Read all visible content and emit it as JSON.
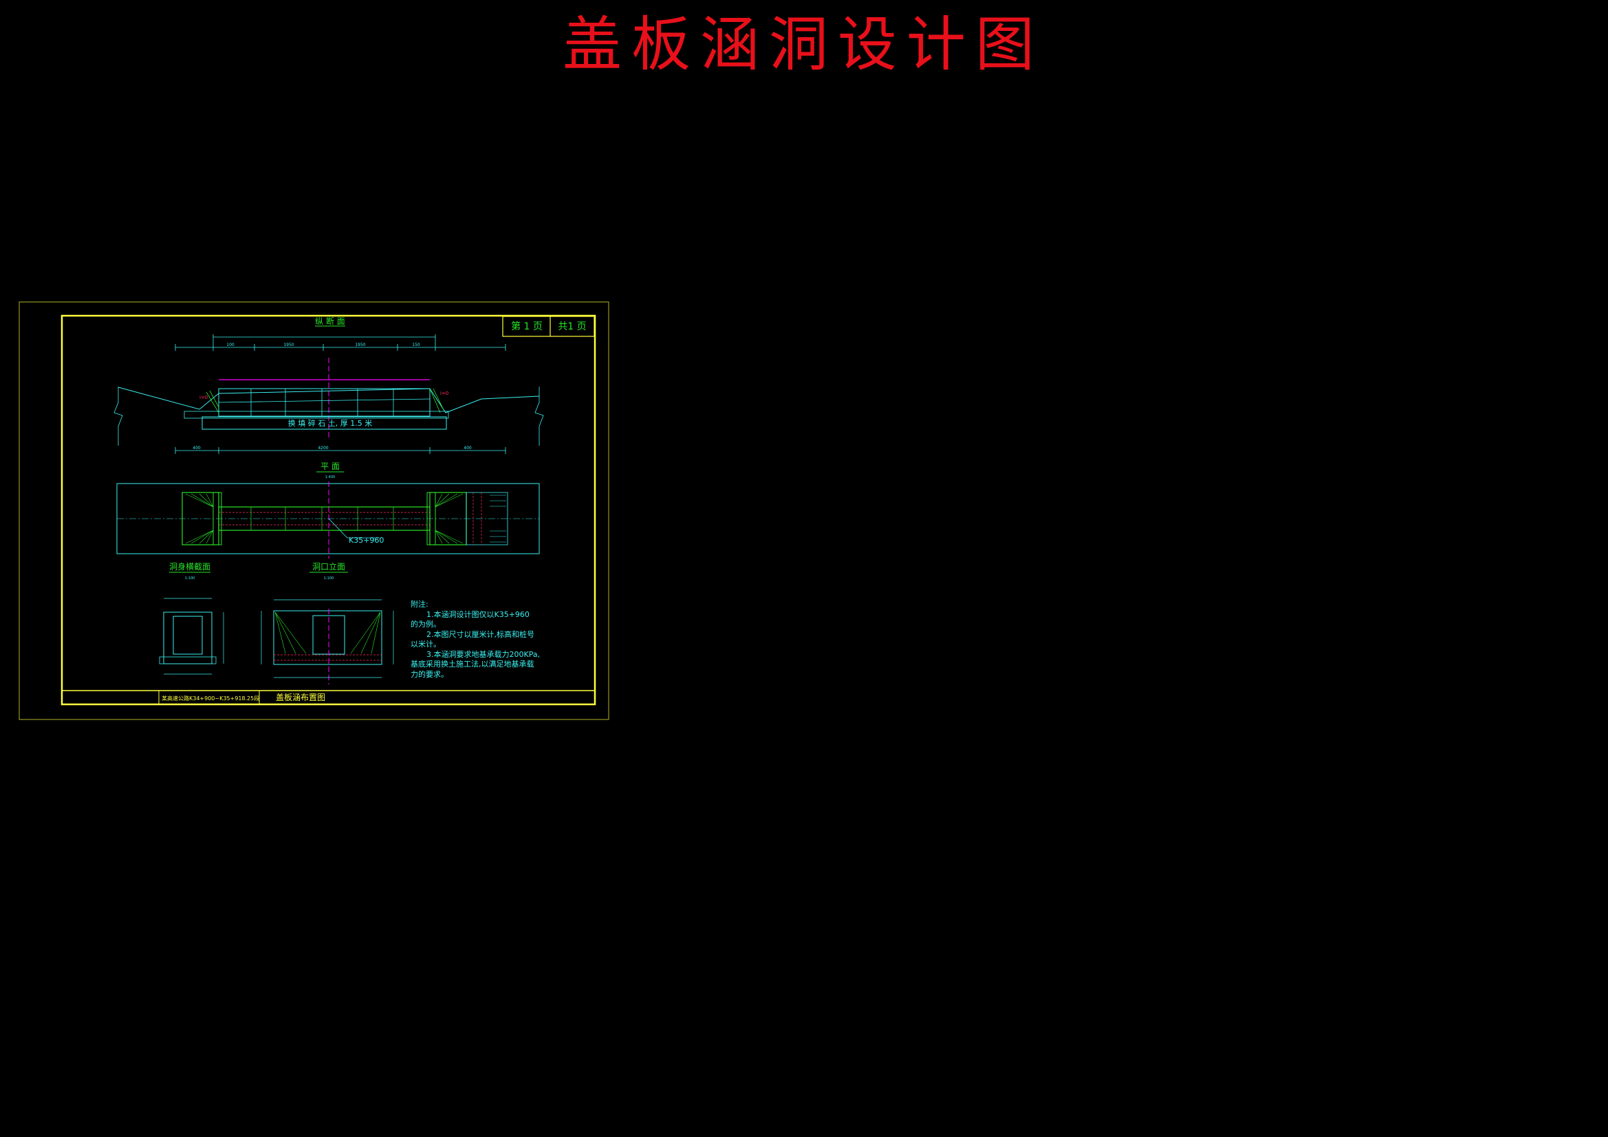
{
  "banner": {
    "title": "盖板涵洞设计图"
  },
  "colors": {
    "banner": "#e8101a",
    "frame": "#ffff3c",
    "line": "#3cf0f0",
    "detail": "#28e628",
    "dimension": "#2ecc71",
    "accent": "#ff00ff",
    "background": "#000000"
  },
  "sheet": {
    "page_label": "第 1 页",
    "total_label": "共1 页",
    "project_name": "某高速公路K34+900~K35+918.25段",
    "drawing_name": "盖板涵布置图"
  },
  "views": {
    "longitudinal": {
      "title": "纵 断 面",
      "fill_note": "换 填 碎 石 土, 厚 1.5 米"
    },
    "plan": {
      "title": "平 面",
      "scale": "1:400",
      "station": "K35+960"
    },
    "section": {
      "title": "洞身横截面",
      "scale": "1:100"
    },
    "portal": {
      "title": "洞口立面",
      "scale": "1:100"
    }
  },
  "dimensions": {
    "top": [
      "100",
      "1950",
      "1950",
      "150"
    ],
    "bottom": [
      "400",
      "4200",
      "400"
    ]
  },
  "notes": {
    "heading": "附注:",
    "lines": [
      "1.本涵洞设计图仅以K35+960",
      "的为例。",
      "2.本图尺寸以厘米计,标高和桩号",
      "以米计。",
      "3.本涵洞要求地基承载力200KPa,",
      "基底采用换土施工法,以满足地基承载",
      "力的要求。"
    ]
  }
}
